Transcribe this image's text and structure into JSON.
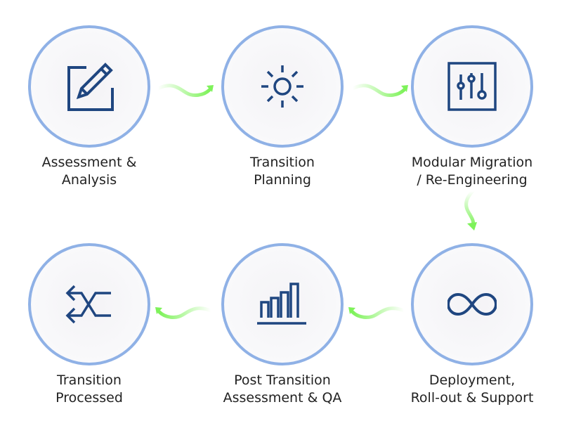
{
  "steps": [
    {
      "line1": "Assessment &",
      "line2": "Analysis",
      "icon": "edit-icon"
    },
    {
      "line1": "Transition",
      "line2": "Planning",
      "icon": "sun-icon"
    },
    {
      "line1": "Modular Migration",
      "line2": "/ Re-Engineering",
      "icon": "sliders-icon"
    },
    {
      "line1": "Deployment,",
      "line2": "Roll-out & Support",
      "icon": "infinity-icon"
    },
    {
      "line1": "Post Transition",
      "line2": "Assessment & QA",
      "icon": "bar-chart-icon"
    },
    {
      "line1": "Transition",
      "line2": "Processed",
      "icon": "shuffle-icon"
    }
  ],
  "colors": {
    "circle_border": "#8fb1e6",
    "icon": "#1f4680",
    "arrow": "#7ef25a"
  }
}
